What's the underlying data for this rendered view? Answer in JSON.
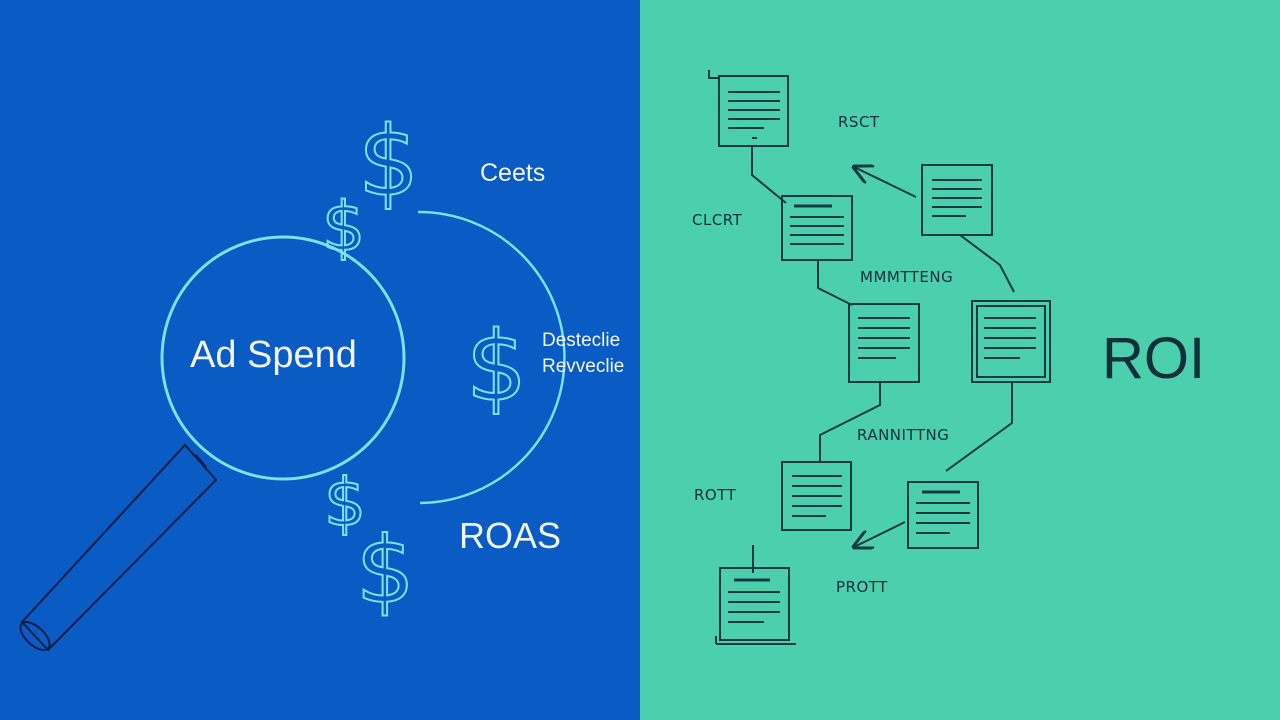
{
  "colors": {
    "left_panel": "#0a5bc4",
    "right_panel": "#4ccfac",
    "left_line": "#7fe0ea",
    "right_line": "#153b3f",
    "left_text": "#f2f6ff",
    "right_text": "#12303a"
  },
  "left": {
    "center_label": "Ad Spend",
    "labels": {
      "top": "Ceets",
      "middle_line1": "Desteclie",
      "middle_line2": "Revveclie",
      "bottom": "ROAS"
    },
    "icons": [
      "magnifying-glass-icon",
      "dollar-sign-icon"
    ]
  },
  "right": {
    "title": "ROI",
    "labels": {
      "resct": "RSCT",
      "clcrt": "CLCRT",
      "mmmteng": "MMMTTENG",
      "rannitng": "RANNITTNG",
      "rott": "ROTT",
      "prott": "PROTT"
    },
    "icons": [
      "document-icon",
      "arrow-icon"
    ]
  }
}
